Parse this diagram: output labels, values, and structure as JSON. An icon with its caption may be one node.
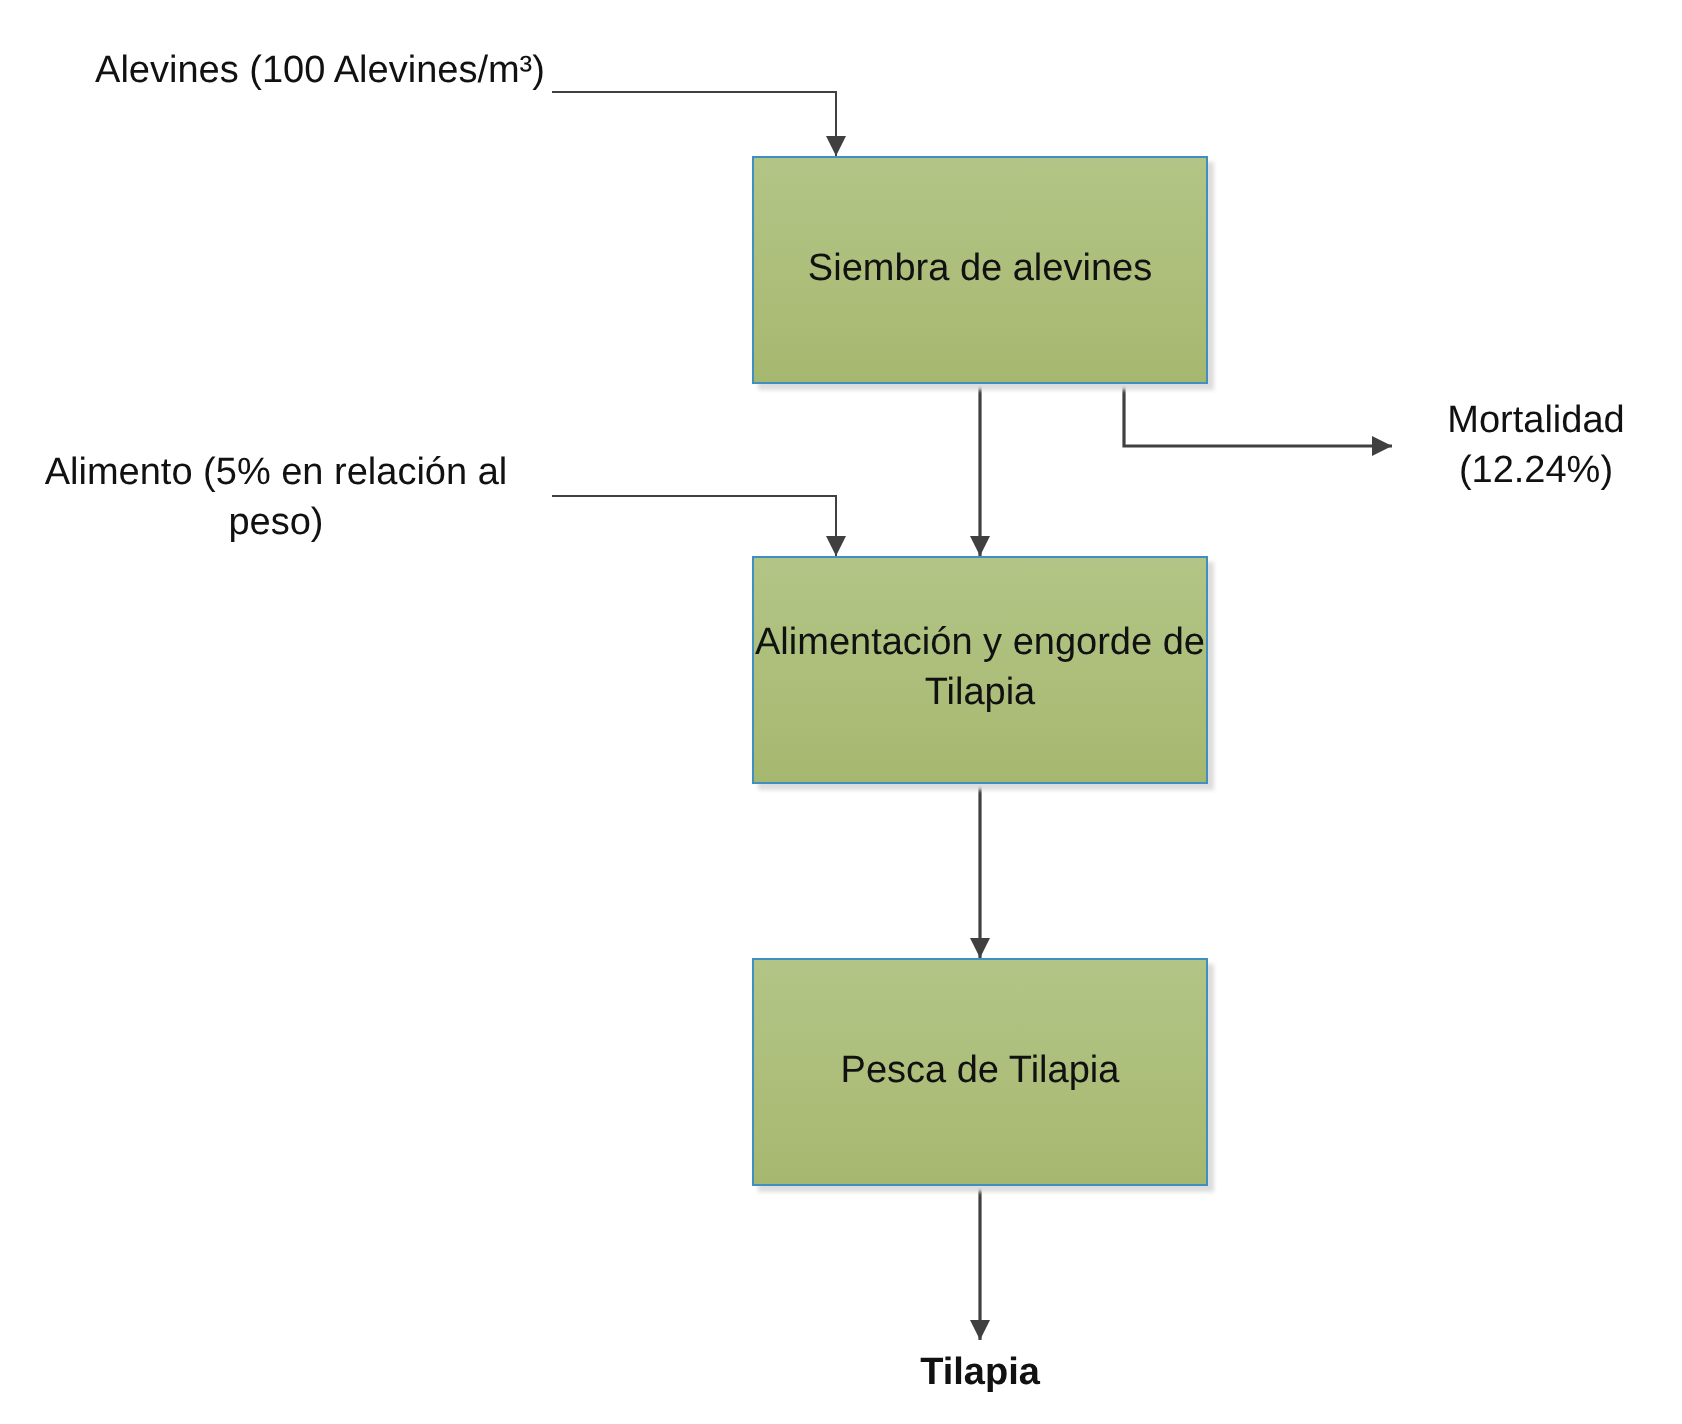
{
  "diagram": {
    "nodes": [
      {
        "text": [
          "Alevines (100 Alevines/m³)"
        ]
      },
      {
        "text": [
          "Siembra de alevines"
        ]
      },
      {
        "text": [
          "Mortalidad (12.24%)"
        ]
      },
      {
        "text": [
          "Alimento (5% en relación al peso)"
        ]
      },
      {
        "text": [
          "Alimentación y engorde de Tilapia"
        ]
      },
      {
        "text": [
          "Pesca de Tilapia"
        ]
      },
      {
        "text": [
          "Tilapia"
        ]
      }
    ],
    "edges": [
      {
        "from": 0,
        "to": 1,
        "arrow": "to"
      },
      {
        "from": 1,
        "to": 2,
        "arrow": "to"
      },
      {
        "from": 1,
        "to": 4,
        "arrow": "to"
      },
      {
        "from": 3,
        "to": 4,
        "arrow": "to"
      },
      {
        "from": 4,
        "to": 5,
        "arrow": "to"
      },
      {
        "from": 5,
        "to": 6,
        "arrow": "to"
      }
    ]
  }
}
